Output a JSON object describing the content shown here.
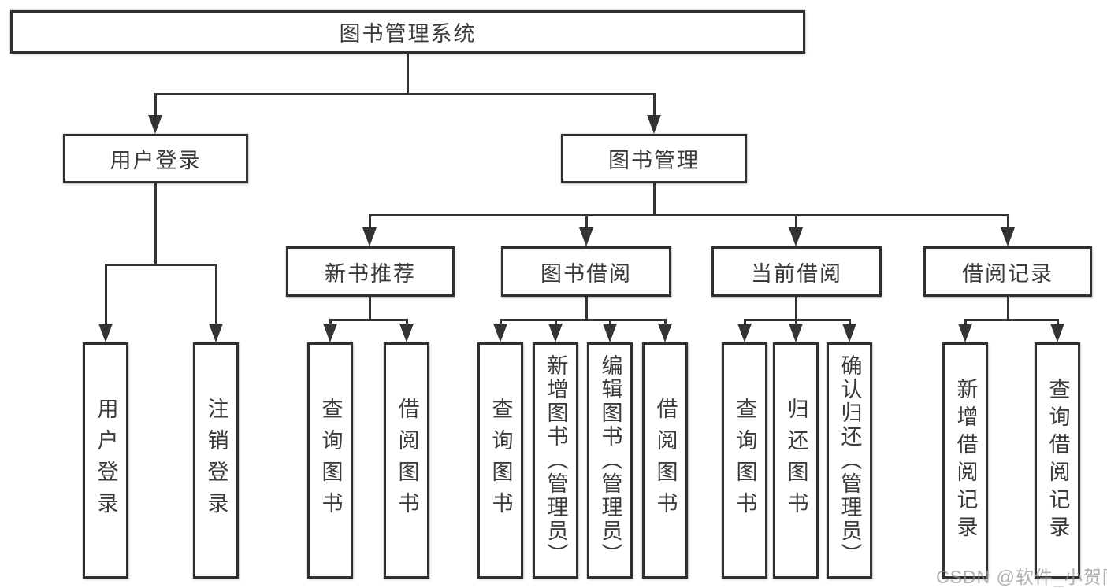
{
  "tree": {
    "label": "图书管理系统",
    "children": [
      {
        "label": "用户登录",
        "children": [
          {
            "label": "用户登录"
          },
          {
            "label": "注销登录"
          }
        ]
      },
      {
        "label": "图书管理",
        "children": [
          {
            "label": "新书推荐",
            "children": [
              {
                "label": "查询图书"
              },
              {
                "label": "借阅图书"
              }
            ]
          },
          {
            "label": "图书借阅",
            "children": [
              {
                "label": "查询图书"
              },
              {
                "label": "新增图书（管理员）"
              },
              {
                "label": "编辑图书（管理员）"
              },
              {
                "label": "借阅图书"
              }
            ]
          },
          {
            "label": "当前借阅",
            "children": [
              {
                "label": "查询图书"
              },
              {
                "label": "归还图书"
              },
              {
                "label": "确认归还（管理员）"
              }
            ]
          },
          {
            "label": "借阅记录",
            "children": [
              {
                "label": "新增借阅记录"
              },
              {
                "label": "查询借阅记录"
              }
            ]
          }
        ]
      }
    ]
  },
  "watermark": {
    "text": "CSDN @软件_小贺同学"
  },
  "colors": {
    "line": "#333333",
    "box_border": "#2f2f2f",
    "text": "#3b3b3b",
    "watermark": "#969696",
    "background": "#ffffff"
  }
}
